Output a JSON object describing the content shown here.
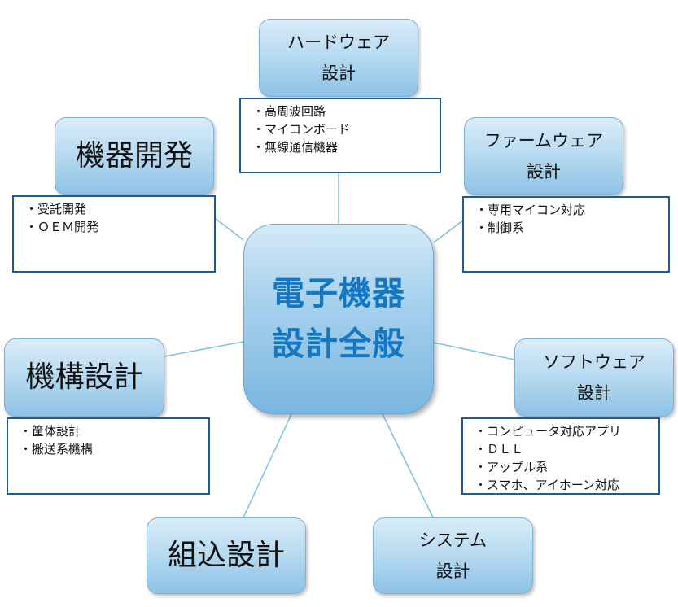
{
  "diagram": {
    "center": {
      "line1": "電子機器",
      "line2": "設計全般"
    },
    "nodes": {
      "hardware": {
        "line1": "ハードウェア",
        "line2": "設計"
      },
      "firmware": {
        "line1": "ファームウェア",
        "line2": "設計"
      },
      "software": {
        "line1": "ソフトウェア",
        "line2": "設計"
      },
      "system": {
        "line1": "システム",
        "line2": "設計"
      },
      "embedded": {
        "line1": "組込設計"
      },
      "mechanism": {
        "line1": "機構設計"
      },
      "equipment": {
        "line1": "機器開発"
      }
    },
    "details": {
      "hardware": [
        "・高周波回路",
        "・マイコンボード",
        "・無線通信機器"
      ],
      "firmware": [
        "・専用マイコン対応",
        "・制御系"
      ],
      "software": [
        "・コンピュータ対応アプリ",
        "・ＤＬＬ",
        "・アップル系",
        "・スマホ、アイホーン対応"
      ],
      "mechanism": [
        "・筐体設計",
        "・搬送系機構"
      ],
      "equipment": [
        "・受託開発",
        "・ＯＥＭ開発"
      ]
    },
    "colors": {
      "center_text": "#1477c4",
      "node_fill_light": "#d9ecf8",
      "node_fill_dark": "#8ec2e6",
      "box_border": "#1f5a93",
      "connector": "#7cc3dd"
    }
  }
}
